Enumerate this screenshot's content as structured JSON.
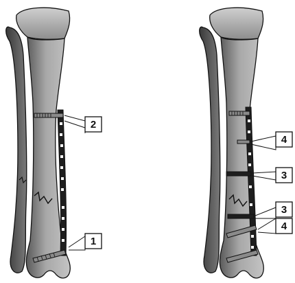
{
  "figure": {
    "left_panel": {
      "callouts": [
        {
          "id": "callout-2-left",
          "label": "2"
        },
        {
          "id": "callout-1-left",
          "label": "1"
        }
      ]
    },
    "right_panel": {
      "callouts": [
        {
          "id": "callout-4-top",
          "label": "4"
        },
        {
          "id": "callout-3-mid",
          "label": "3"
        },
        {
          "id": "callout-3-low",
          "label": "3"
        },
        {
          "id": "callout-4-bottom",
          "label": "4"
        }
      ]
    },
    "colors": {
      "bone_light": "#b3b3b3",
      "bone_dark": "#4d4d4d",
      "plate": "#1e1e1e",
      "screw": "#8a8a8a",
      "outline": "#111111"
    }
  }
}
